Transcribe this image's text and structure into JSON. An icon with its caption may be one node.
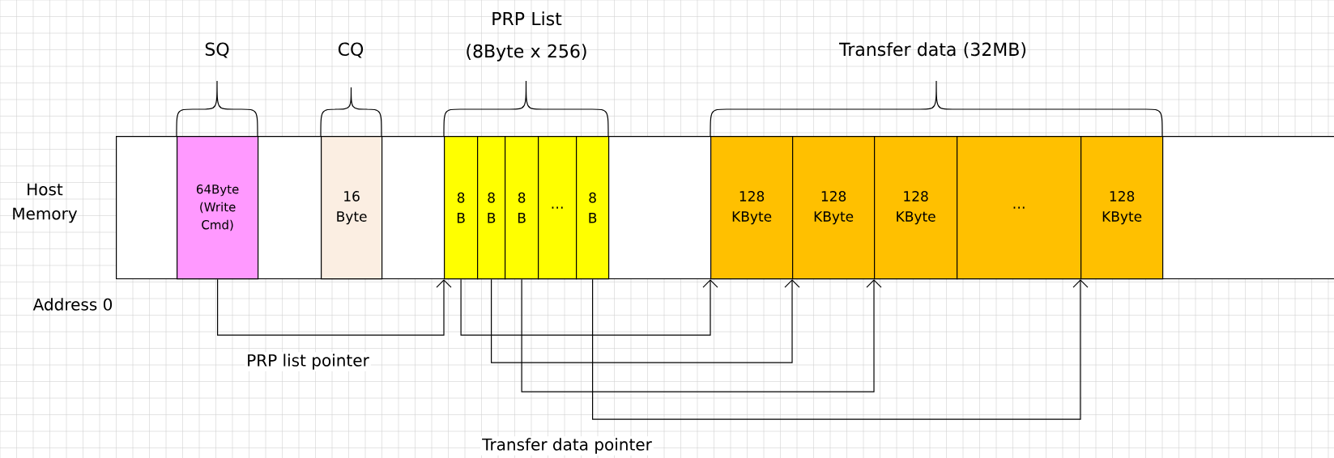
{
  "diagram": {
    "nodes": [
      {
        "text": [
          "Host Memory"
        ],
        "beside": [
          "Address 0"
        ]
      },
      {
        "text": [
          "64Byte (Write Cmd)"
        ],
        "in": 0
      },
      {
        "text": [
          "16 Byte"
        ],
        "in": 0
      },
      {
        "text": [
          "8 B"
        ],
        "in": 0
      },
      {
        "text": [
          "8 B"
        ],
        "in": 0
      },
      {
        "text": [
          "8 B"
        ],
        "in": 0
      },
      {
        "text": [
          "…"
        ],
        "in": 0
      },
      {
        "text": [
          "8 B"
        ],
        "in": 0
      },
      {
        "text": [
          "128 KByte"
        ],
        "in": 0
      },
      {
        "text": [
          "128 KByte"
        ],
        "in": 0
      },
      {
        "text": [
          "128 KByte"
        ],
        "in": 0
      },
      {
        "text": [
          "…"
        ],
        "in": 0
      },
      {
        "text": [
          "128 KByte"
        ],
        "in": 0
      }
    ],
    "edges": [
      {
        "from": 1,
        "to": 3,
        "arrow": "to",
        "label": "PRP list pointer"
      },
      {
        "from": 3,
        "to": 8,
        "arrow": "to"
      },
      {
        "from": 4,
        "to": 9,
        "arrow": "to"
      },
      {
        "from": 5,
        "to": 10,
        "arrow": "to"
      },
      {
        "from": 7,
        "to": 12,
        "arrow": "to",
        "label": "Transfer data pointer"
      }
    ],
    "labels": [
      "SQ",
      "CQ",
      "PRP List (8Byte x 256)",
      "Transfer data (32MB)"
    ]
  }
}
